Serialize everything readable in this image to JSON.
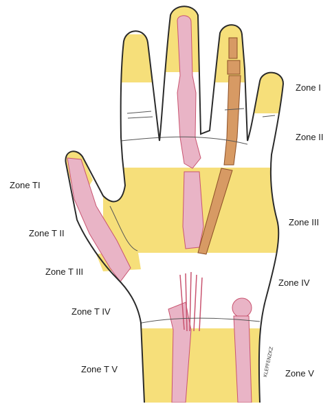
{
  "zones": {
    "zone_i": "Zone I",
    "zone_ii": "Zone II",
    "zone_iii": "Zone III",
    "zone_iv": "Zone IV",
    "zone_v": "Zone V",
    "zone_t_i": "Zone TI",
    "zone_t_ii": "Zone T II",
    "zone_t_iii": "Zone T III",
    "zone_t_iv": "Zone T IV",
    "zone_t_v": "Zone T V"
  },
  "signature": "KLEPFENZKZ",
  "colors": {
    "zone_yellow": "#f6df7a",
    "bone_pink": "#e9b4c6",
    "tendon_pink": "#c8536f",
    "tendon_orange": "#d79a64",
    "outline": "#2a2a2a"
  }
}
